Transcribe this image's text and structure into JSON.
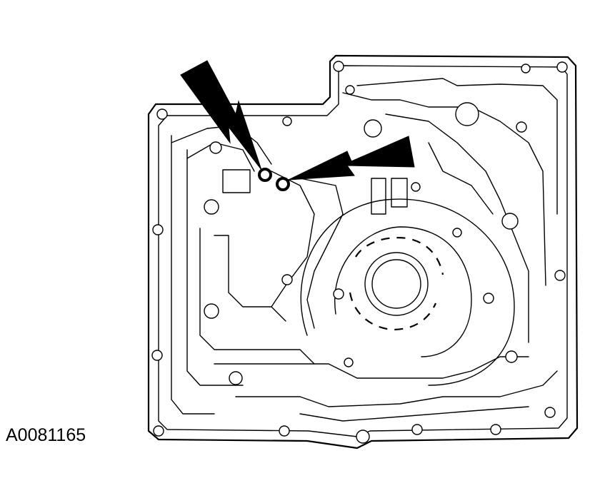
{
  "figure": {
    "reference_code": "A0081165",
    "subject": "valve-body-separator-plate-gasket",
    "callouts": [
      {
        "id": "left-seal",
        "icon": "arrow-down-right-icon"
      },
      {
        "id": "right-seal",
        "icon": "arrow-left-icon"
      }
    ],
    "colors": {
      "ink": "#000000",
      "paper": "#ffffff"
    }
  }
}
